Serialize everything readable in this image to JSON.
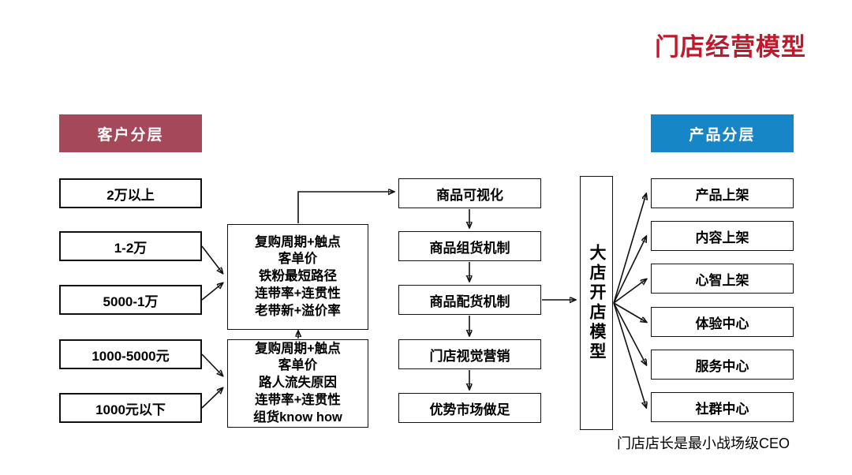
{
  "title": "门店经营模型",
  "headers": {
    "customer": "客户分层",
    "product": "产品分层"
  },
  "colors": {
    "title_red": "#c2182b",
    "customer_header_bg": "#a5485a",
    "product_header_bg": "#1786c7",
    "box_border": "#111111",
    "background": "#ffffff"
  },
  "customer_tiers": [
    "2万以上",
    "1-2万",
    "5000-1万",
    "1000-5000元",
    "1000元以下"
  ],
  "strategy_boxes": [
    {
      "lines": [
        "复购周期+触点",
        "客单价",
        "铁粉最短路径",
        "连带率+连贯性",
        "老带新+溢价率"
      ]
    },
    {
      "lines": [
        "复购周期+触点",
        "客单价",
        "路人流失原因",
        "连带率+连贯性",
        "组货know how"
      ]
    }
  ],
  "merch_steps": [
    "商品可视化",
    "商品组货机制",
    "商品配货机制",
    "门店视觉营销",
    "优势市场做足"
  ],
  "model_box": "大店开店模型",
  "product_tiers": [
    "产品上架",
    "内容上架",
    "心智上架",
    "体验中心",
    "服务中心",
    "社群中心"
  ],
  "footnote": "门店店长是最小战场级CEO"
}
